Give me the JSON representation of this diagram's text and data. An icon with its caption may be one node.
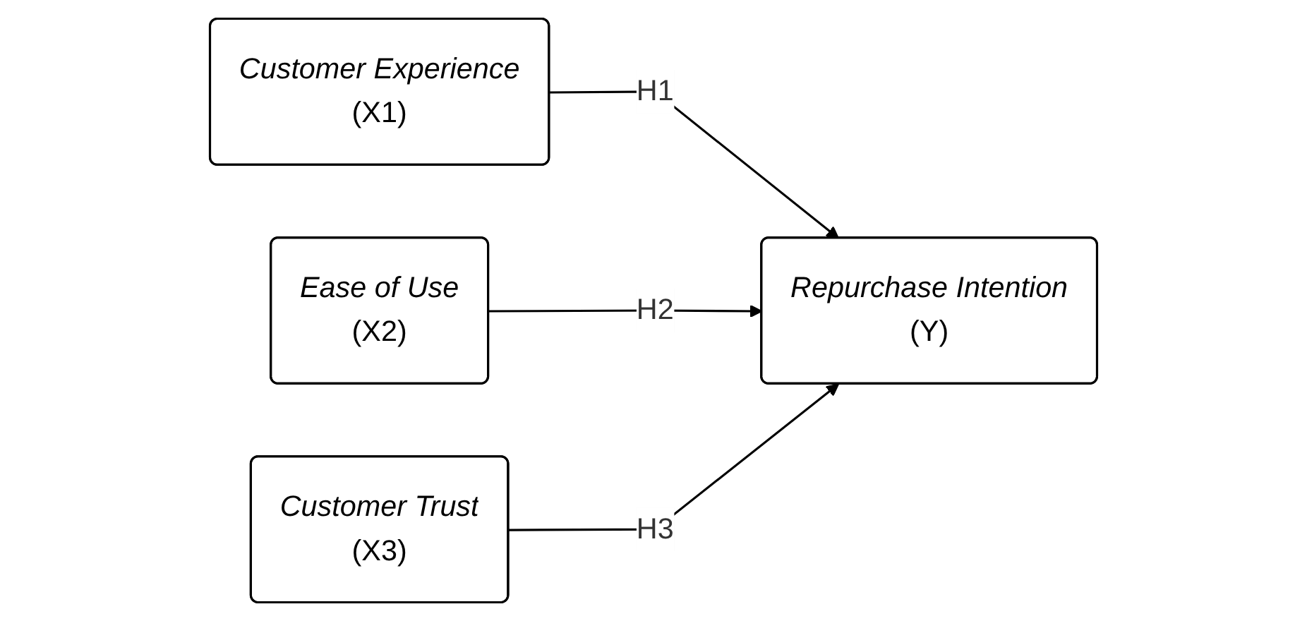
{
  "diagram": {
    "nodes": [
      {
        "text": [
          "Customer Experience",
          "(X1)"
        ]
      },
      {
        "text": [
          "Ease of Use",
          "(X2)"
        ]
      },
      {
        "text": [
          "Customer Trust",
          "(X3)"
        ]
      },
      {
        "text": [
          "Repurchase Intention",
          "(Y)"
        ]
      }
    ],
    "edges": [
      {
        "from": 0,
        "to": 3,
        "arrow": "to",
        "label": "H1"
      },
      {
        "from": 1,
        "to": 3,
        "arrow": "to",
        "label": "H2"
      },
      {
        "from": 2,
        "to": 3,
        "arrow": "to",
        "label": "H3"
      }
    ]
  }
}
